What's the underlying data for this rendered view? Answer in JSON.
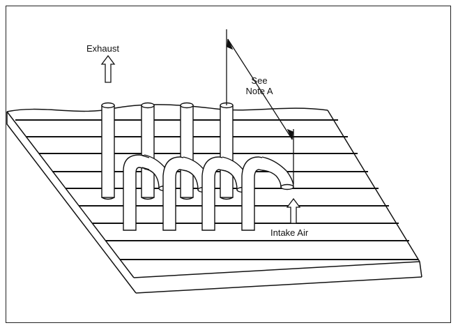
{
  "diagram": {
    "labels": {
      "exhaust": "Exhaust",
      "see": "See",
      "note_a": "Note A",
      "intake_air": "Intake Air"
    },
    "colors": {
      "line": "#111111",
      "pipe_fill": "#ffffff",
      "background": "#ffffff"
    },
    "icons": [
      "exhaust-arrow-up-icon",
      "intake-arrow-up-icon",
      "dimension-arrowhead-icon"
    ]
  }
}
